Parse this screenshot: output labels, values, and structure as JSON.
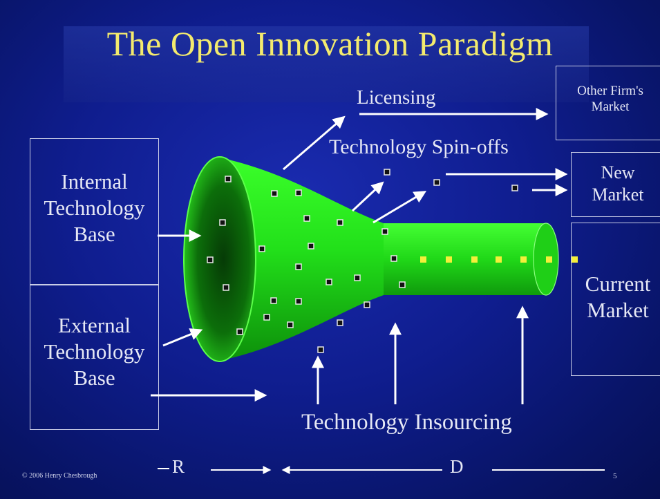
{
  "title": "The Open Innovation Paradigm",
  "sources": {
    "internal": [
      "Internal",
      "Technology",
      "Base"
    ],
    "external": [
      "External",
      "Technology",
      "Base"
    ]
  },
  "outputs": {
    "licensing": "Licensing",
    "spin_offs": "Technology  Spin-offs",
    "other_firms_market": [
      "Other Firm's",
      "Market"
    ],
    "new_market": [
      "New",
      "Market"
    ],
    "current_market": [
      "Current",
      "Market"
    ]
  },
  "insourcing": "Technology Insourcing",
  "footer": {
    "copyright": "© 2006 Henry Chesbrough",
    "r_label": "R",
    "d_label": "D",
    "page_number": "5"
  },
  "colors": {
    "background": "#0f1d8e",
    "title": "#f3ea6e",
    "funnel": "#22e01a",
    "text": "#e6e8f5",
    "arrows": "#ffffff"
  }
}
